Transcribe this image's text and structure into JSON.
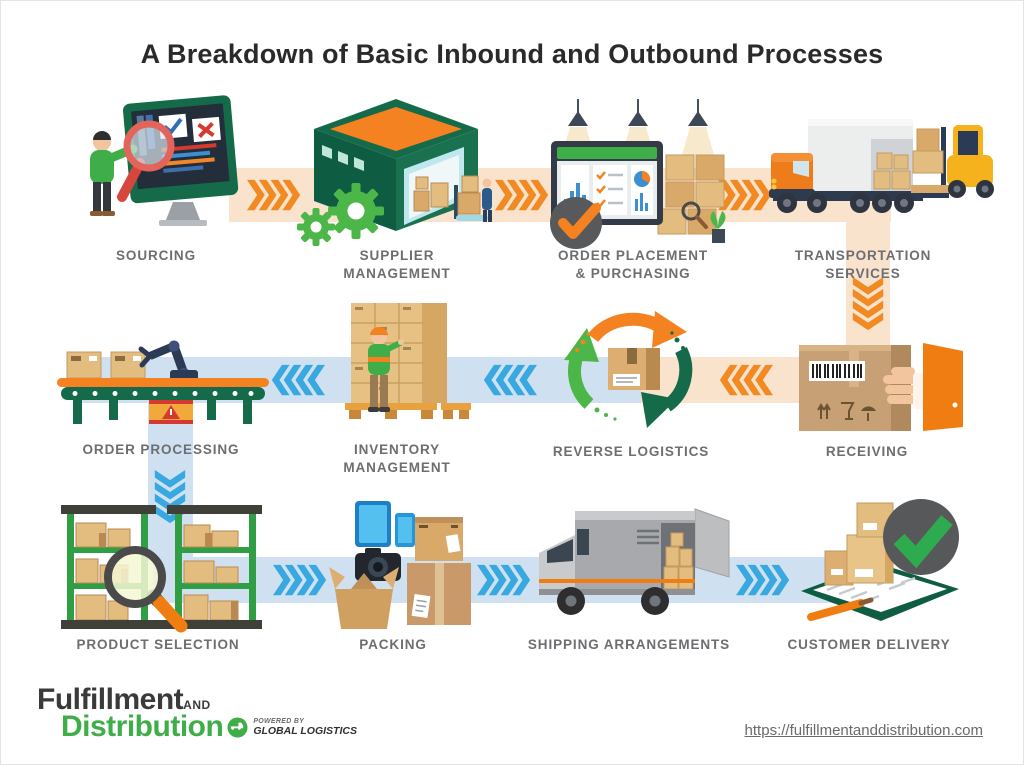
{
  "title": "A Breakdown of Basic Inbound and Outbound Processes",
  "steps": [
    {
      "label": "SOURCING",
      "icon": "sourcing-icon",
      "row": 1,
      "flow": "right"
    },
    {
      "label": "SUPPLIER MANAGEMENT",
      "icon": "supplier-management-icon",
      "row": 1,
      "flow": "right"
    },
    {
      "label": "ORDER PLACEMENT & PURCHASING",
      "icon": "order-placement-icon",
      "row": 1,
      "flow": "right"
    },
    {
      "label": "TRANSPORTATION SERVICES",
      "icon": "transportation-services-icon",
      "row": 1,
      "flow": "down"
    },
    {
      "label": "ORDER PROCESSING",
      "icon": "order-processing-icon",
      "row": 2,
      "flow": "down"
    },
    {
      "label": "INVENTORY MANAGEMENT",
      "icon": "inventory-management-icon",
      "row": 2,
      "flow": "left"
    },
    {
      "label": "REVERSE LOGISTICS",
      "icon": "reverse-logistics-icon",
      "row": 2,
      "flow": "left"
    },
    {
      "label": "RECEIVING",
      "icon": "receiving-icon",
      "row": 2,
      "flow": "left"
    },
    {
      "label": "PRODUCT SELECTION",
      "icon": "product-selection-icon",
      "row": 3,
      "flow": "right"
    },
    {
      "label": "PACKING",
      "icon": "packing-icon",
      "row": 3,
      "flow": "right"
    },
    {
      "label": "SHIPPING ARRANGEMENTS",
      "icon": "shipping-arrangements-icon",
      "row": 3,
      "flow": "right"
    },
    {
      "label": "CUSTOMER DELIVERY",
      "icon": "customer-delivery-icon",
      "row": 3,
      "flow": "end"
    }
  ],
  "colors": {
    "inbound_band": "#fae3cc",
    "inbound_arrow": "#f18a23",
    "outbound_band": "#cfe1f1",
    "outbound_arrow": "#38a8e0",
    "label_text": "#6d6e71",
    "title_text": "#2b2a2a",
    "brand_green": "#3fae49",
    "brand_dark": "#3a3a3a"
  },
  "footer": {
    "logo": {
      "name_top": "Fulfillment",
      "name_top_suffix": "AND",
      "name_bottom": "Distribution",
      "powered_by": "POWERED BY",
      "powered_brand": "GLOBAL LOGISTICS",
      "logo_mark": "globe-truck-icon"
    },
    "url": "https://fulfillmentanddistribution.com"
  }
}
